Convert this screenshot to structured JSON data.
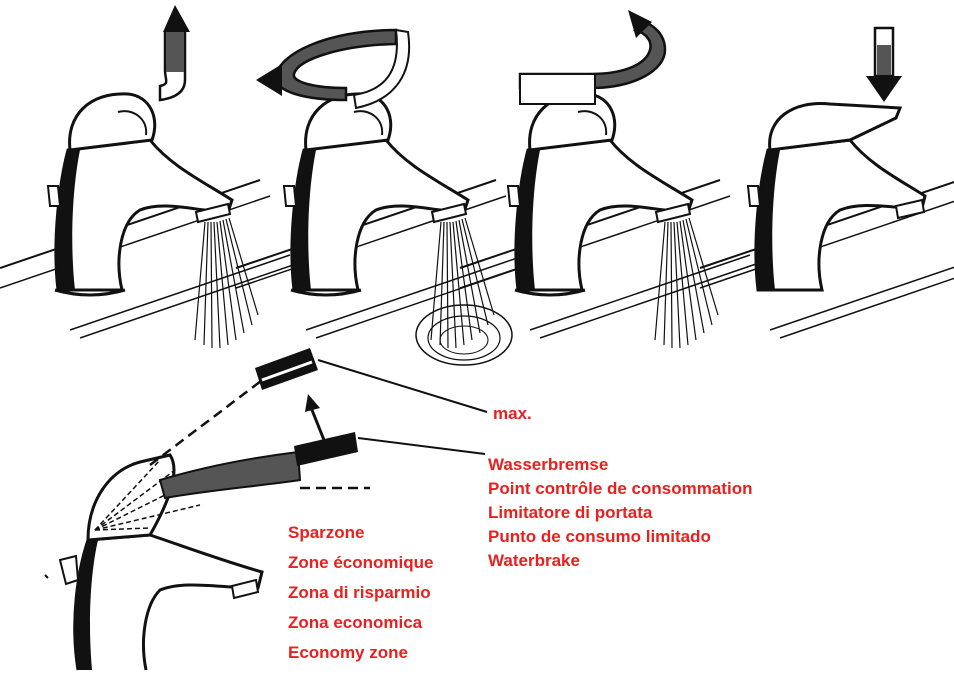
{
  "labels": {
    "max": "max.",
    "water_brake": [
      "Wasserbremse",
      "Point contrôle de consommation",
      "Limitatore di portata",
      "Punto de consumo limitado",
      "Waterbrake"
    ],
    "economy_zone": [
      "Sparzone",
      "Zone économique",
      "Zona di risparmio",
      "Zona economica",
      "Economy zone"
    ]
  },
  "colors": {
    "label_red": "#e8201f",
    "line_black": "#111111"
  },
  "panels": [
    {
      "action": "lift-lever-up",
      "arrow": "up"
    },
    {
      "action": "rotate-lever-left",
      "arrow": "counterclockwise"
    },
    {
      "action": "rotate-lever-right",
      "arrow": "clockwise"
    },
    {
      "action": "push-lever-down",
      "arrow": "down"
    }
  ]
}
